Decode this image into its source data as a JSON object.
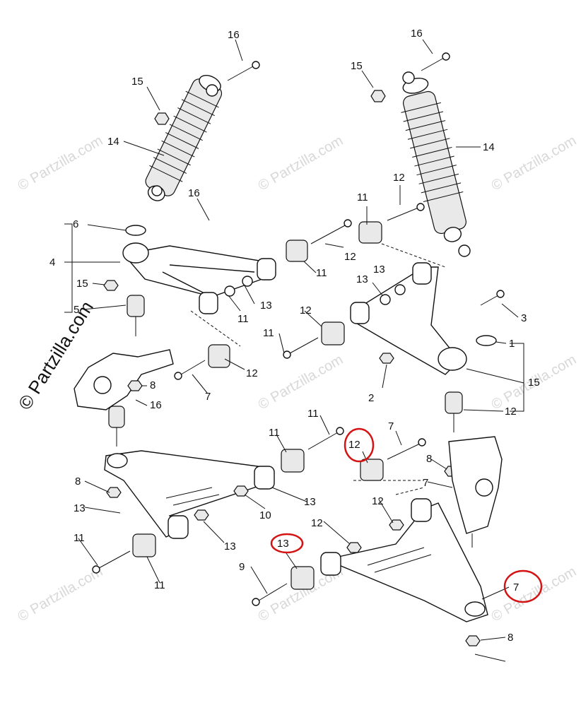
{
  "copyright": "© Partzilla.com",
  "watermark": "© Partzilla.com",
  "highlight_color": "#d41414",
  "callouts": {
    "c1": "16",
    "c2": "15",
    "c3": "14",
    "c4": "16",
    "c5": "15",
    "c6": "14",
    "c7": "16",
    "c8": "6",
    "c9": "4",
    "c10": "15",
    "c11": "5",
    "c12": "11",
    "c13": "12",
    "c14": "12",
    "c15": "11",
    "c16": "13",
    "c17": "13",
    "c18": "13",
    "c19": "11",
    "c20": "12",
    "c21": "11",
    "c22": "12",
    "c23": "7",
    "c24": "8",
    "c25": "16",
    "c26": "3",
    "c27": "1",
    "c28": "15",
    "c29": "2",
    "c30": "12",
    "c31": "11",
    "c32": "11",
    "c33": "12",
    "c34": "7",
    "c35": "8",
    "c36": "7",
    "c37": "8",
    "c38": "13",
    "c39": "10",
    "c40": "13",
    "c41": "13",
    "c42": "12",
    "c43": "11",
    "c44": "11",
    "c45": "13",
    "c46": "12",
    "c47": "9",
    "c48": "7",
    "c49": "8"
  }
}
